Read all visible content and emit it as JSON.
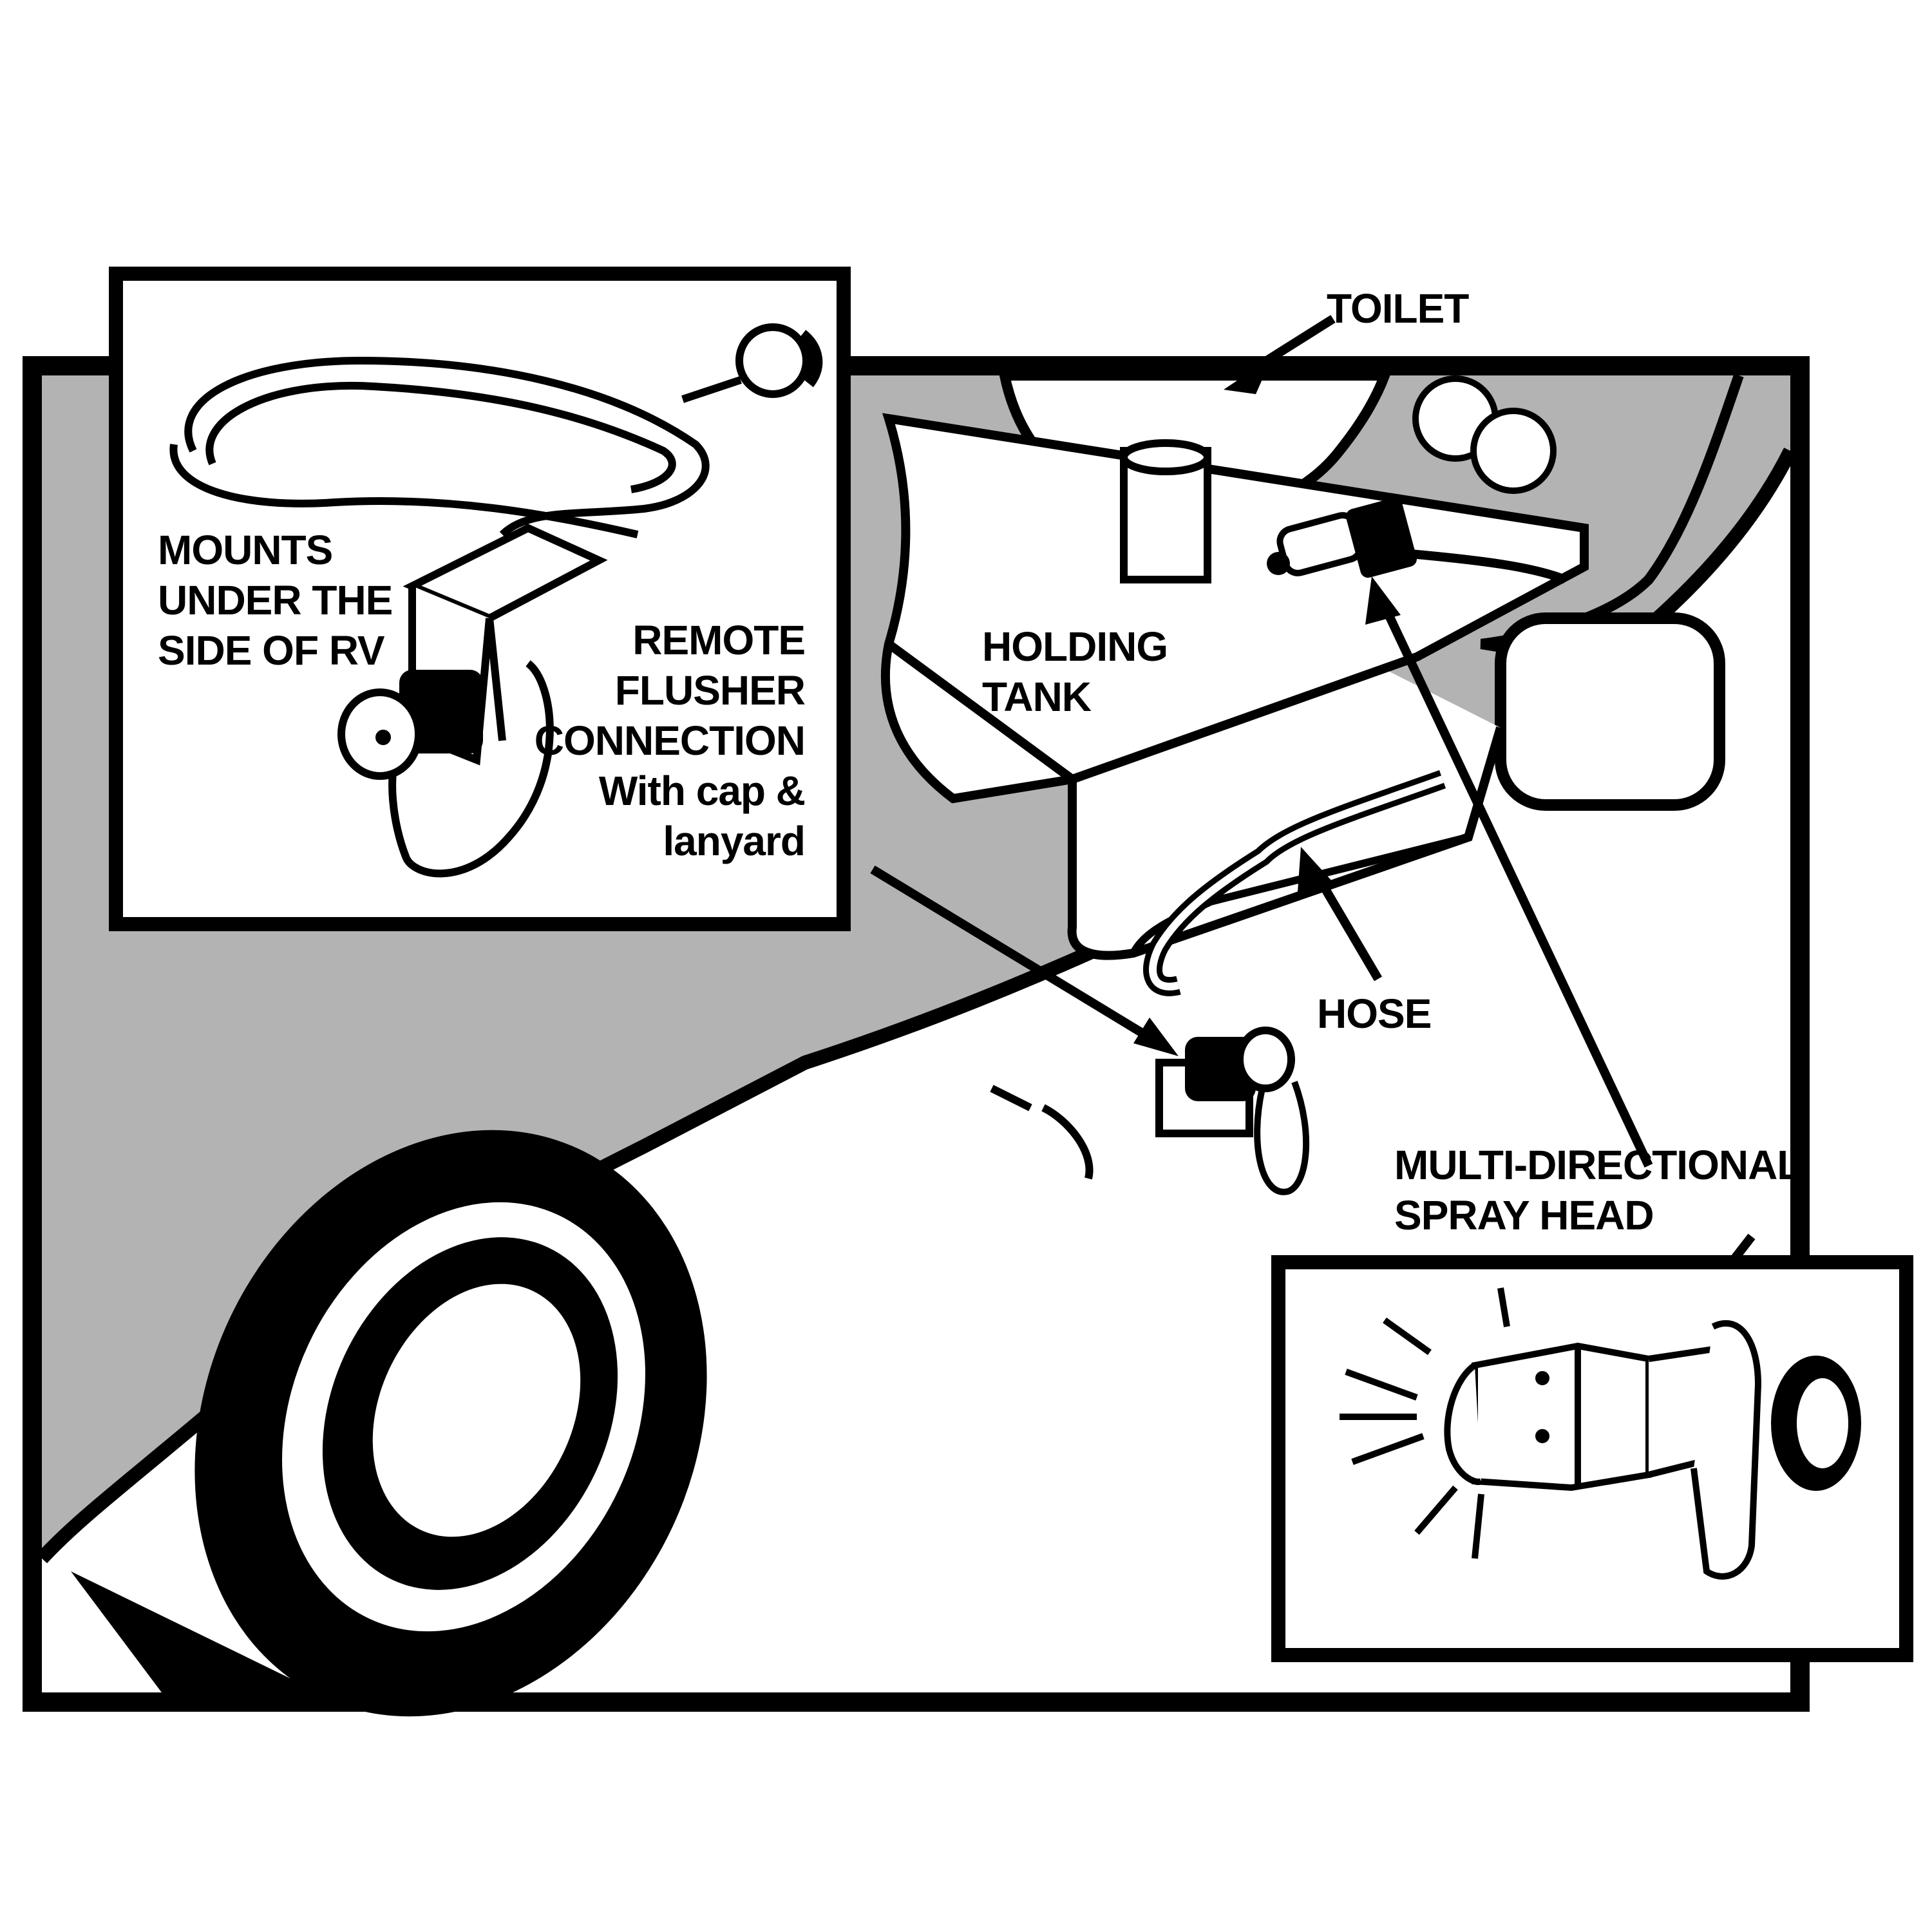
{
  "colors": {
    "body_gray": "#b3b3b3",
    "ink": "#000000",
    "paper": "#ffffff"
  },
  "labels": {
    "toilet": "TOILET",
    "holding_tank": [
      "HOLDING",
      "TANK"
    ],
    "hose": "HOSE",
    "mounts": [
      "MOUNTS",
      "UNDER THE",
      "SIDE OF RV"
    ],
    "remote_flusher": [
      "REMOTE",
      "FLUSHER",
      "CONNECTION",
      "With cap &",
      "lanyard"
    ],
    "spray_head": [
      "MULTI-DIRECTIONAL",
      "SPRAY HEAD"
    ]
  }
}
